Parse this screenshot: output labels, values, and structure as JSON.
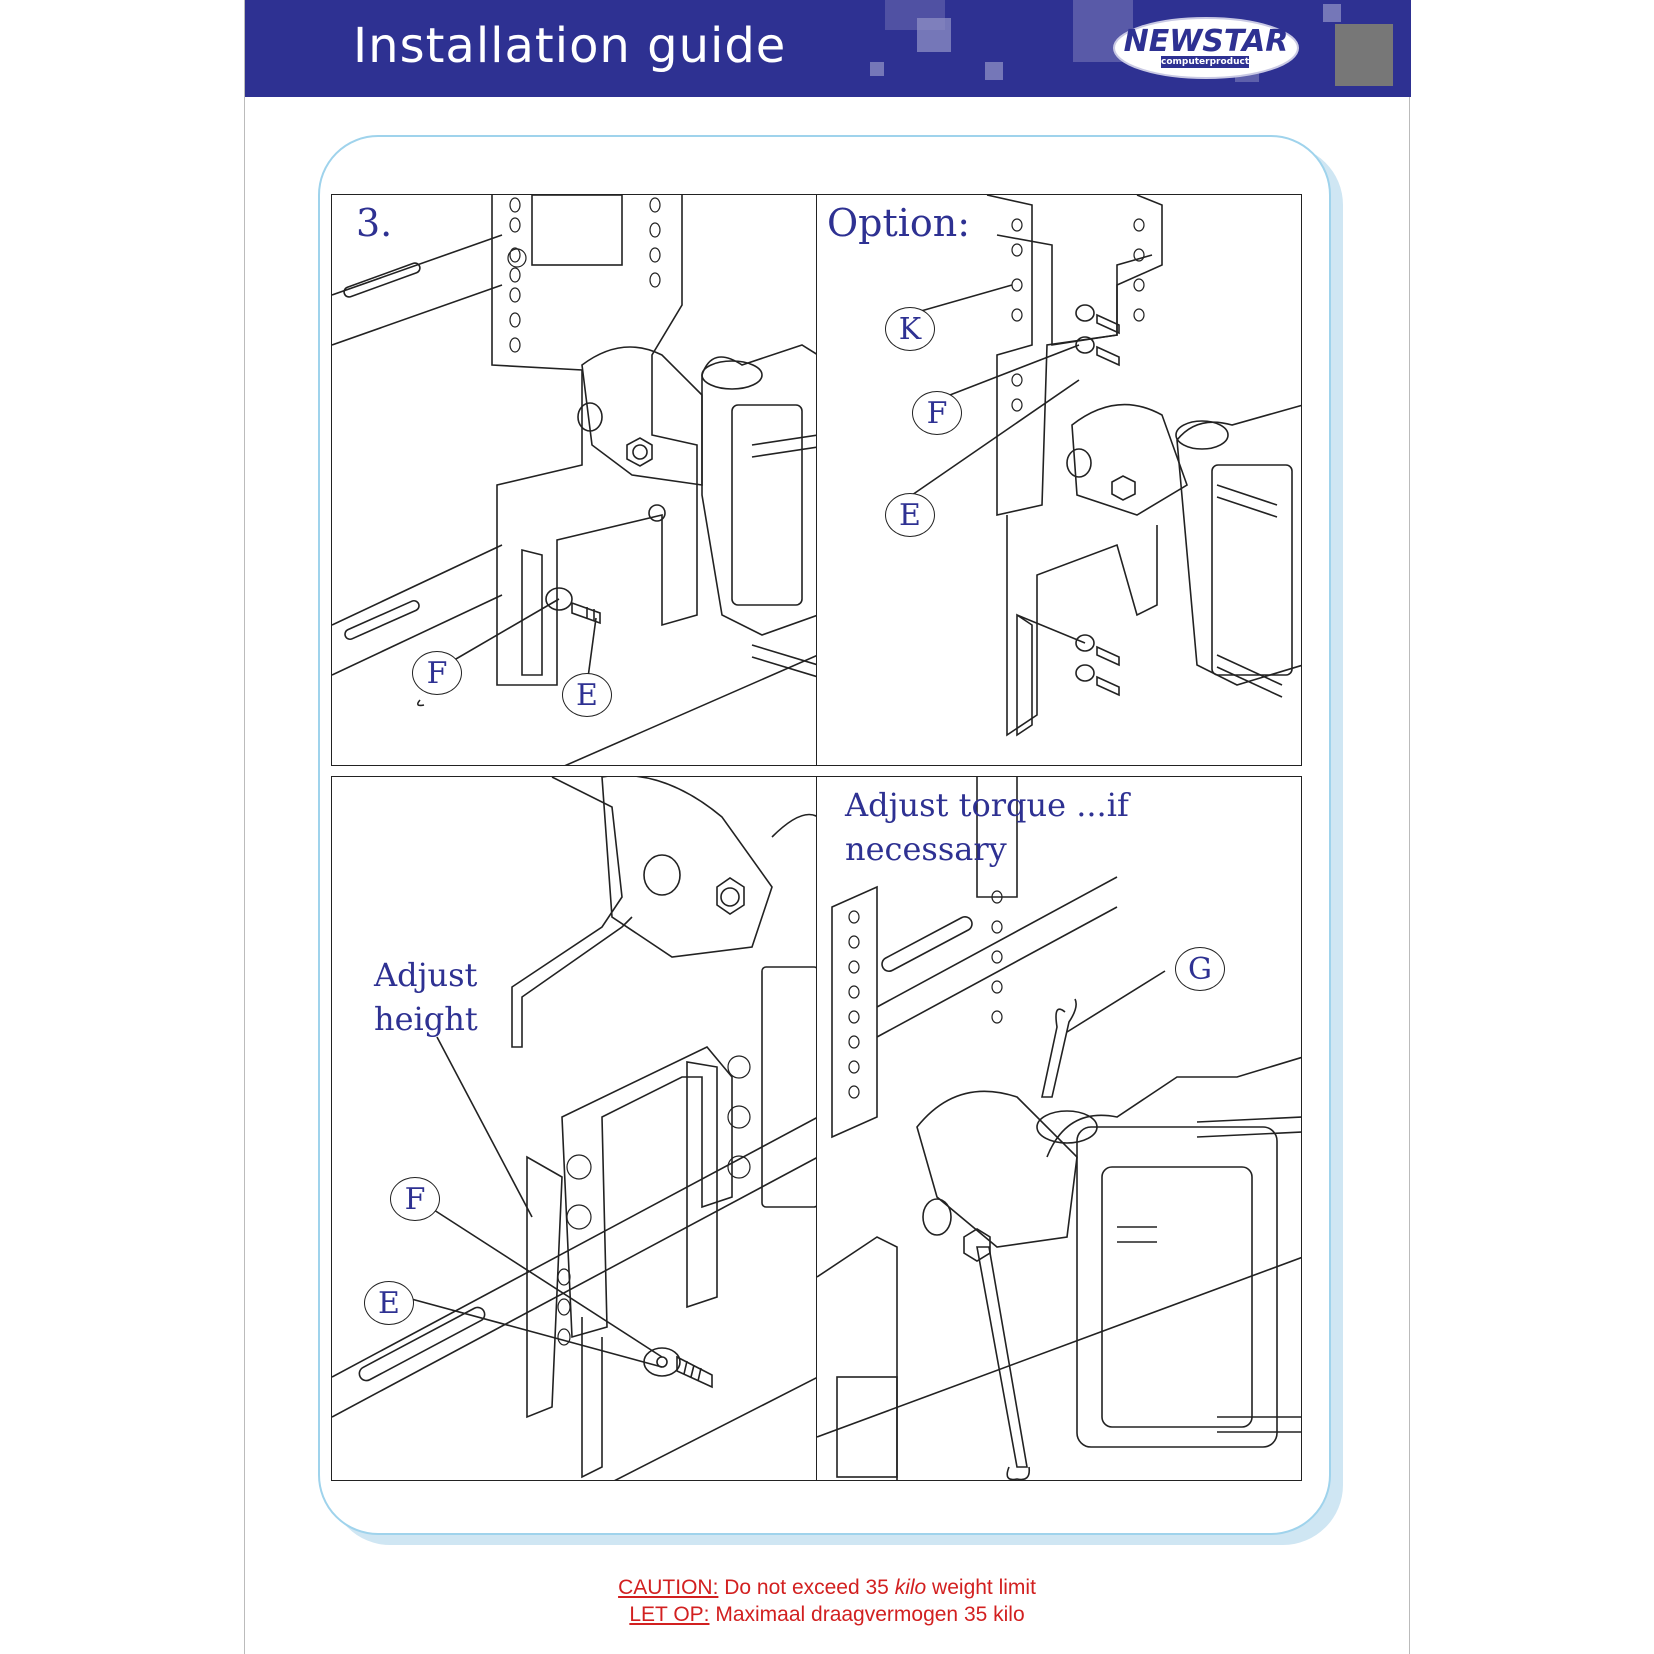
{
  "header": {
    "title": "Installation guide",
    "logo": {
      "brand": "NEWSTAR",
      "sub": "computerproducts"
    },
    "color": "#2e3192"
  },
  "panels": {
    "p1": {
      "step": "3.",
      "callouts": [
        "F",
        "E"
      ]
    },
    "p2": {
      "title": "Option:",
      "callouts": [
        "K",
        "F",
        "E"
      ]
    },
    "p3": {
      "label_line1": "Adjust",
      "label_line2": "height",
      "callouts": [
        "F",
        "E"
      ]
    },
    "p4": {
      "label_line1": "Adjust torque ...if",
      "label_line2": "necessary",
      "callouts": [
        "G"
      ]
    }
  },
  "footer": {
    "caution_label": "CAUTION:",
    "caution_text_pre": " Do not exceed 35 ",
    "caution_kilo": "kilo",
    "caution_text_post": " weight limit",
    "letop_label": "LET OP:",
    "letop_text": " Maximaal draagvermogen 35 kilo",
    "color": "#d22020"
  },
  "colors": {
    "frame_border": "#9fd3ec",
    "frame_shadow": "#cfe6f3",
    "label_text": "#2e3192"
  }
}
